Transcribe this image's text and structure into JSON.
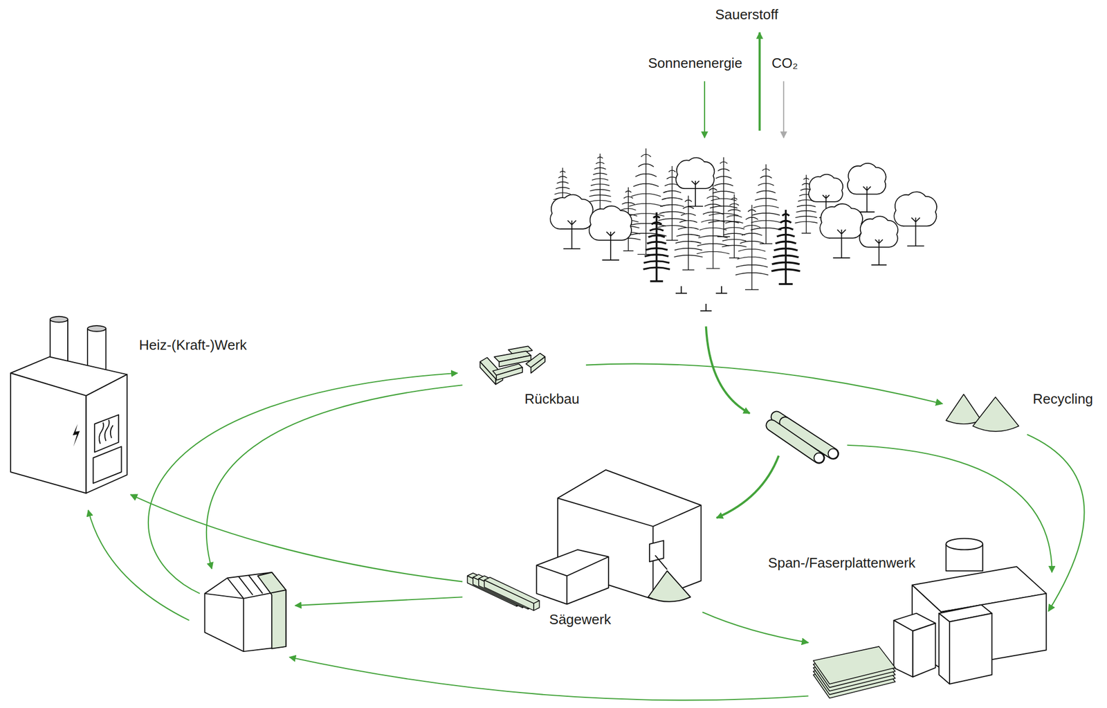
{
  "diagram": {
    "nodes": [
      {
        "text": [
          "Heiz-(Kraft-)Werk"
        ]
      },
      {
        "text": [
          "Rückbau"
        ]
      },
      {
        "text": [
          "Recycling"
        ]
      },
      {
        "text": [
          "Sägewerk"
        ]
      },
      {
        "text": [
          "Span-/Faserplattenwerk"
        ]
      }
    ],
    "edges": [
      {
        "from": 1,
        "to": 2,
        "arrow": "to"
      },
      {
        "from": 2,
        "to": 4,
        "arrow": "to"
      },
      {
        "from": 3,
        "to": 4,
        "arrow": "to"
      },
      {
        "from": 3,
        "to": 0,
        "arrow": "to"
      }
    ],
    "labels": [
      "Sauerstoff",
      "Sonnenenergie",
      "CO₂"
    ]
  }
}
